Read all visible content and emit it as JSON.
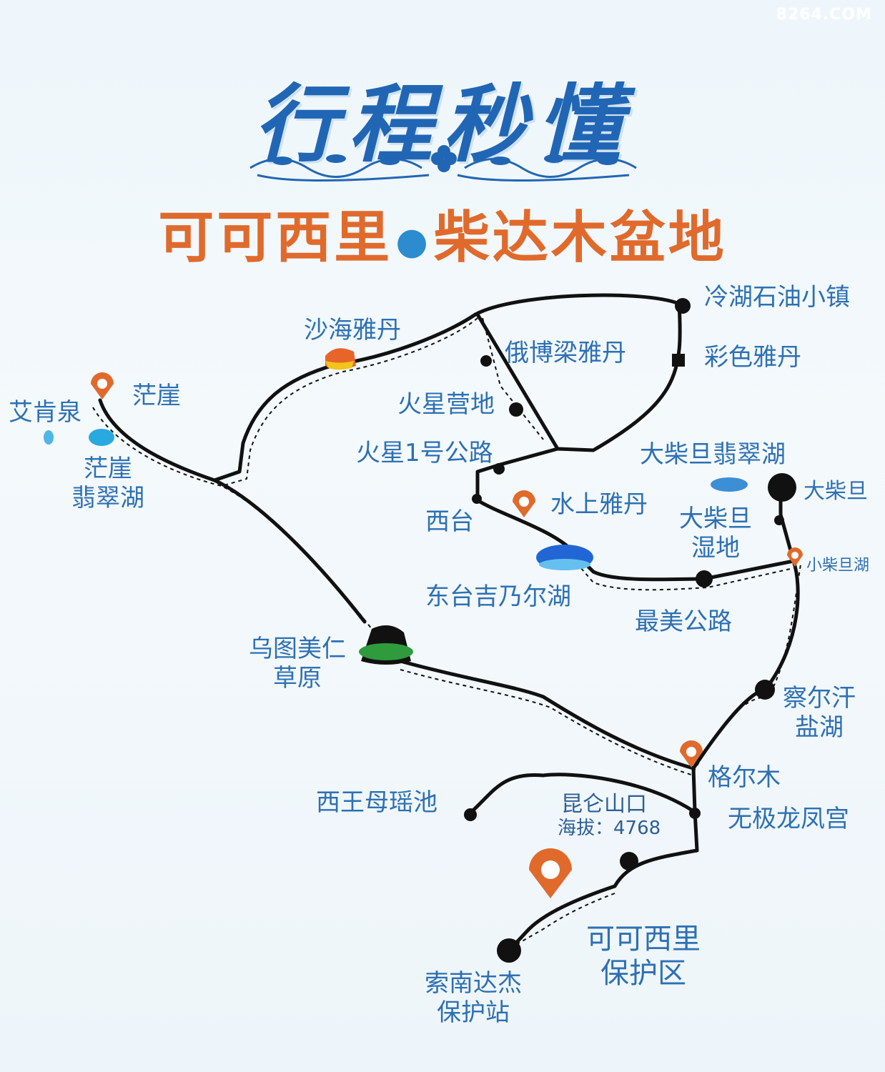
{
  "watermark": "8264.COM",
  "title": "行程秒懂",
  "subtitle": {
    "left": "可可西里",
    "right": "柴达木盆地"
  },
  "places": {
    "lenghu": "冷湖石油小镇",
    "ebol": "俄博梁雅丹",
    "caise": "彩色雅丹",
    "shahai": "沙海雅丹",
    "mangya": "茫崖",
    "aiken": "艾肯泉",
    "mangya_lake": "茫崖\n翡翠湖",
    "huoxing_camp": "火星营地",
    "huoxing_road": "火星1号公路",
    "dachaidan_lake": "大柴旦翡翠湖",
    "dachaidan": "大柴旦",
    "shuishang": "水上雅丹",
    "xitai": "西台",
    "dachaidan_wetland": "大柴旦\n湿地",
    "xiaochaidan": "小柴旦湖",
    "dongtai": "东台吉乃尔湖",
    "best_road": "最美公路",
    "wutu": "乌图美仁\n草原",
    "qarhan": "察尔汗\n盐湖",
    "golmud": "格尔木",
    "xiwangmu": "西王母瑶池",
    "kunlun": "昆仑山口",
    "kunlun_alt": "海拔：4768",
    "wuji": "无极龙凤宫",
    "hoh_xil": "可可西里\n保护区",
    "suonan": "索南达杰\n保护站"
  },
  "colors": {
    "title": "#2166b4",
    "subtitle": "#e06a2c",
    "label": "#2d70b4",
    "pin": "#e06a2c",
    "route": "#111111"
  },
  "icons": [
    "location-pin-icon",
    "station-dot-icon",
    "lake-icon",
    "yardang-icon",
    "grassland-icon",
    "ornament-divider"
  ]
}
